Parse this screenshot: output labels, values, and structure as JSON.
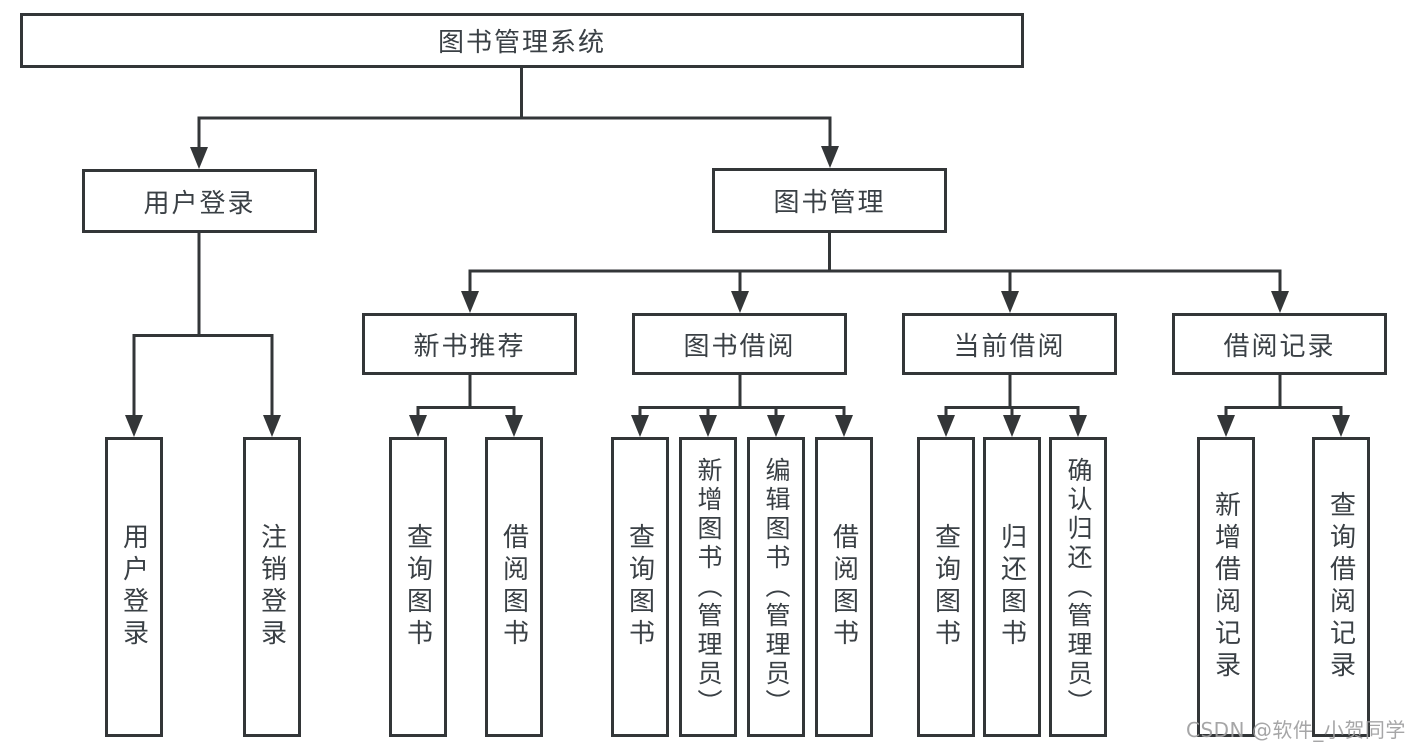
{
  "diagram": {
    "type": "hierarchy-tree",
    "root": {
      "label": "图书管理系统"
    },
    "level2": [
      {
        "id": "user_login",
        "label": "用户登录"
      },
      {
        "id": "book_mgmt",
        "label": "图书管理"
      }
    ],
    "level3": [
      {
        "id": "new_book",
        "label": "新书推荐"
      },
      {
        "id": "borrow",
        "label": "图书借阅"
      },
      {
        "id": "current",
        "label": "当前借阅"
      },
      {
        "id": "records",
        "label": "借阅记录"
      }
    ],
    "leaves": {
      "user_login": [
        {
          "label": "用户登录"
        },
        {
          "label": "注销登录"
        }
      ],
      "new_book": [
        {
          "label": "查询图书"
        },
        {
          "label": "借阅图书"
        }
      ],
      "borrow": [
        {
          "label": "查询图书"
        },
        {
          "label": "新增图书（管理员）"
        },
        {
          "label": "编辑图书（管理员）"
        },
        {
          "label": "借阅图书"
        }
      ],
      "current": [
        {
          "label": "查询图书"
        },
        {
          "label": "归还图书"
        },
        {
          "label": "确认归还（管理员）"
        }
      ],
      "records": [
        {
          "label": "新增借阅记录"
        },
        {
          "label": "查询借阅记录"
        }
      ]
    },
    "colors": {
      "line": "#333638",
      "text": "#3a4045",
      "box_background": "#ffffff",
      "page_background": "#ffffff",
      "watermark": "#9e9ea0"
    }
  },
  "watermark": "CSDN @软件_小贺同学"
}
